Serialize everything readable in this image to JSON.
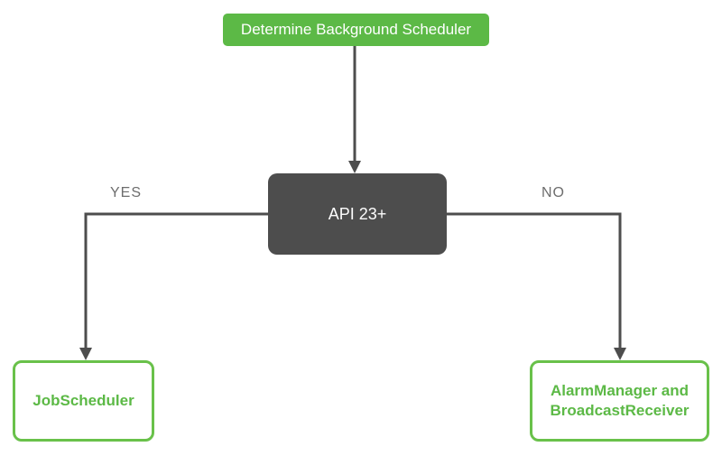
{
  "nodes": [
    {
      "id": "start",
      "type": "process",
      "label": "Determine Background Scheduler"
    },
    {
      "id": "decision",
      "type": "decision",
      "label": "API 23+"
    },
    {
      "id": "result-yes",
      "type": "result",
      "label": "JobScheduler"
    },
    {
      "id": "result-no",
      "type": "result",
      "label": "AlarmManager and BroadcastReceiver"
    }
  ],
  "edges": [
    {
      "from": "start",
      "to": "decision",
      "label": ""
    },
    {
      "from": "decision",
      "to": "result-yes",
      "label": "YES"
    },
    {
      "from": "decision",
      "to": "result-no",
      "label": "NO"
    }
  ],
  "colors": {
    "green_fill": "#5cb946",
    "green_border": "#69c14a",
    "green_text": "#5cb946",
    "node_dark": "#4d4d4d",
    "edge_line": "#4d4d4d",
    "edge_label_gray": "#6d6d6d"
  }
}
